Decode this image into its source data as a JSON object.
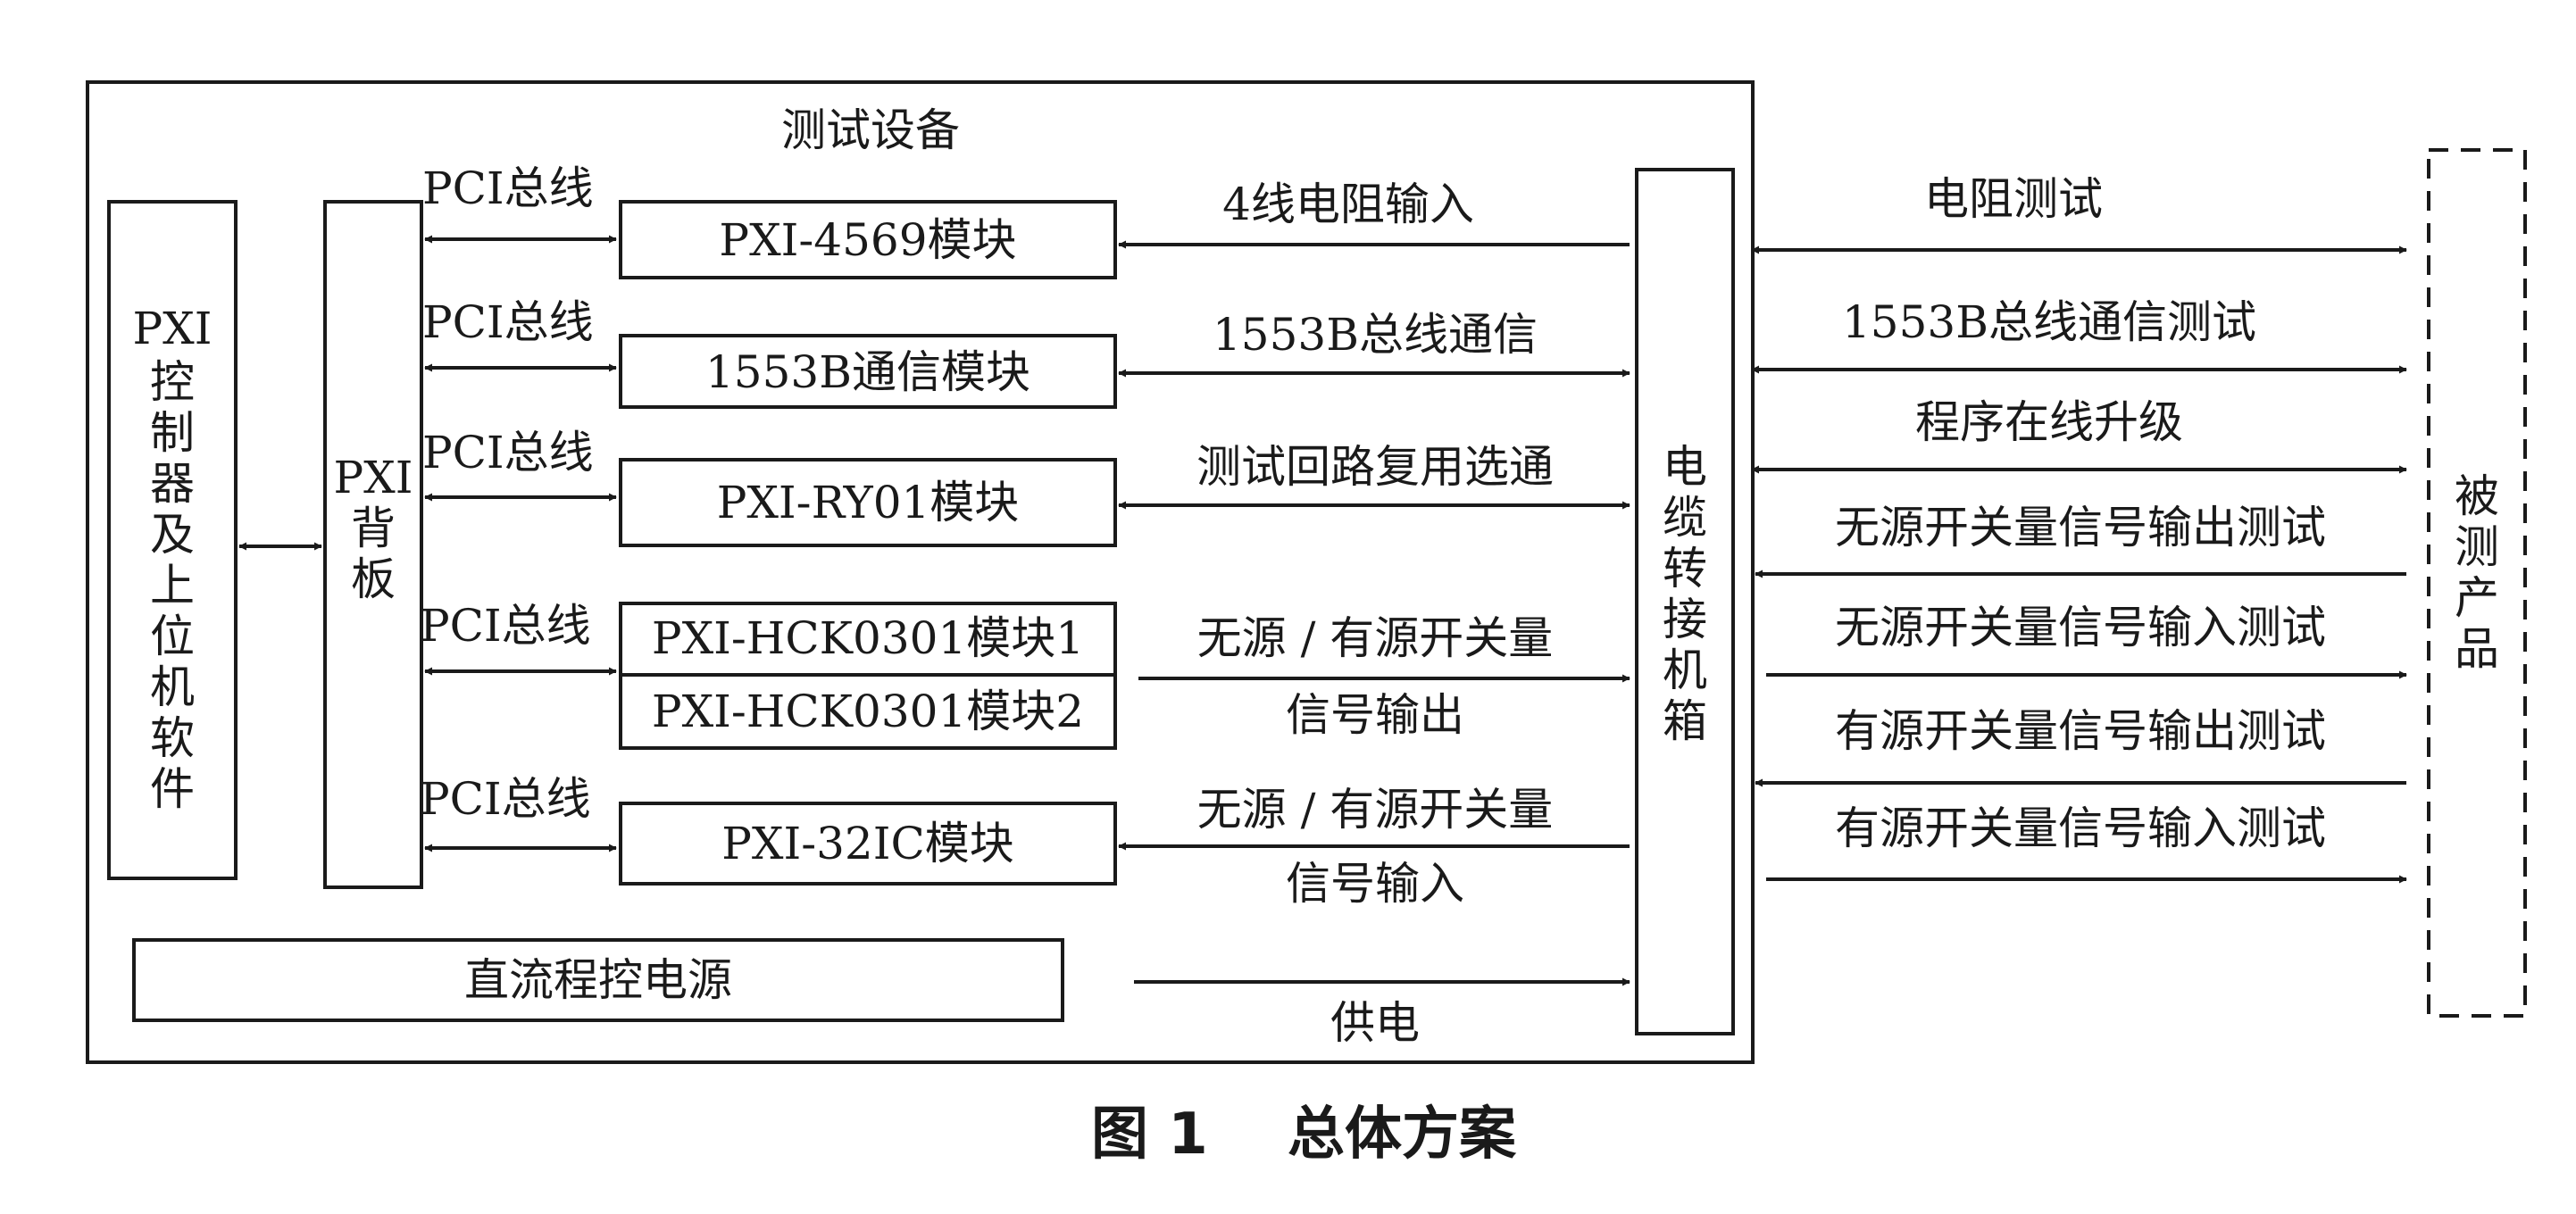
{
  "equipment_title": "测试设备",
  "controller": {
    "line1": "PXI",
    "chars": [
      "控",
      "制",
      "器",
      "及",
      "上",
      "位",
      "机",
      "软",
      "件"
    ]
  },
  "backplane": {
    "line1": "PXI",
    "chars": [
      "背",
      "板"
    ]
  },
  "cable_box": {
    "chars": [
      "电",
      "缆",
      "转",
      "接",
      "机",
      "箱"
    ]
  },
  "product": {
    "chars": [
      "被",
      "测",
      "产",
      "品"
    ]
  },
  "bus_label": "PCI总线",
  "modules": {
    "m1": "PXI-4569模块",
    "m2": "1553B通信模块",
    "m3": "PXI-RY01模块",
    "m4a": "PXI-HCK0301模块1",
    "m4b": "PXI-HCK0301模块2",
    "m5": "PXI-32IC模块",
    "power": "直流程控电源"
  },
  "left_signals": {
    "s1": "4线电阻输入",
    "s2": "1553B总线通信",
    "s3": "测试回路复用选通",
    "s4_line1": "无源 / 有源开关量",
    "s4_line2": "信号输出",
    "s5_line1": "无源 / 有源开关量",
    "s5_line2": "信号输入",
    "s6": "供电"
  },
  "right_signals": {
    "r1": "电阻测试",
    "r2": "1553B总线通信测试",
    "r3": "程序在线升级",
    "r4": "无源开关量信号输出测试",
    "r5": "无源开关量信号输入测试",
    "r6": "有源开关量信号输出测试",
    "r7": "有源开关量信号输入测试"
  },
  "caption": "图 1    总体方案"
}
